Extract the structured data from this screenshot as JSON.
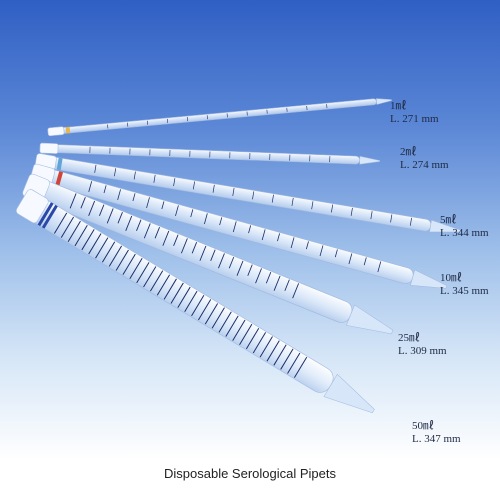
{
  "pipets": [
    {
      "volume": "1㎖",
      "length": "L. 271 mm"
    },
    {
      "volume": "2㎖",
      "length": "L. 274 mm"
    },
    {
      "volume": "5㎖",
      "length": "L. 344 mm"
    },
    {
      "volume": "10㎖",
      "length": "L. 345 mm"
    },
    {
      "volume": "25㎖",
      "length": "L. 309 mm"
    },
    {
      "volume": "50㎖",
      "length": "L. 347 mm"
    }
  ],
  "caption": "Disposable Serological Pipets",
  "colors": {
    "background_top": "#2f5fc4",
    "background_bottom": "#ffffff",
    "pipet_body": "#eef5fc",
    "graduation_marks": "#1a2f6a",
    "band_red": "#d0453a",
    "band_blue": "#2b47a8"
  }
}
